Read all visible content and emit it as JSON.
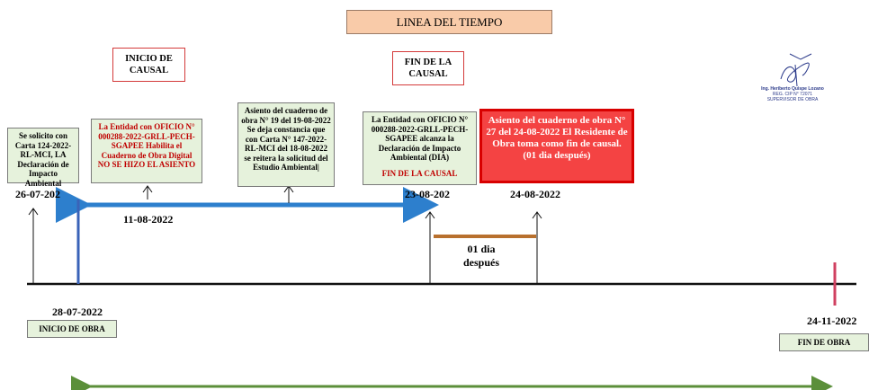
{
  "title": "LINEA DEL TIEMPO",
  "inicio_causal": "INICIO DE CAUSAL",
  "fin_causal": "FIN DE LA CAUSAL",
  "note_1": "Se solicito con Carta 124-2022-RL-MCI, LA Declaración de Impacto Ambiental",
  "note_2": "La Entidad con OFICIO N° 000288-2022-GRLL-PECH-SGAPEE Habilita el Cuaderno de Obra Digital NO SE HIZO EL ASIENTO",
  "note_3": "Asiento del cuaderno de obra N° 19 del 19-08-2022 Se deja constancia que con Carta N° 147-2022-RL-MCI del 18-08-2022 se reitera la solicitud del Estudio Ambiental|",
  "note_4_main": "La Entidad con OFICIO N° 000288-2022-GRLL-PECH-SGAPEE alcanza la Declaración de Impacto Ambiental (DIA)",
  "note_4_red": "FIN DE LA CAUSAL",
  "note_5": "Asiento del cuaderno de obra N° 27 del 24-08-2022 El Residente de Obra toma como fin de causal. (01 dia después)",
  "dates": {
    "d1": "26-07-202",
    "d2": "11-08-2022",
    "d3": "23-08-202",
    "d4": "24-08-2022",
    "d5": "28-07-2022",
    "d6": "24-11-2022"
  },
  "after_label_1": "01 dia",
  "after_label_2": "después",
  "inicio_obra": "INICIO DE OBRA",
  "fin_obra": "FIN DE OBRA",
  "signature": {
    "name": "Ing. Heriberto Quispe Lozano",
    "cip": "REG. CIP N° 72071",
    "role": "SUPERVISOR DE OBRA"
  },
  "colors": {
    "title_bg": "#f9cba9",
    "note_bg": "#e6f2dc",
    "highlight_bg": "#f44343",
    "blue_arrow": "#2d7fcd",
    "green_arrow": "#5b8f3a",
    "brown_bar": "#b8702e",
    "end_marker": "#d04060"
  }
}
